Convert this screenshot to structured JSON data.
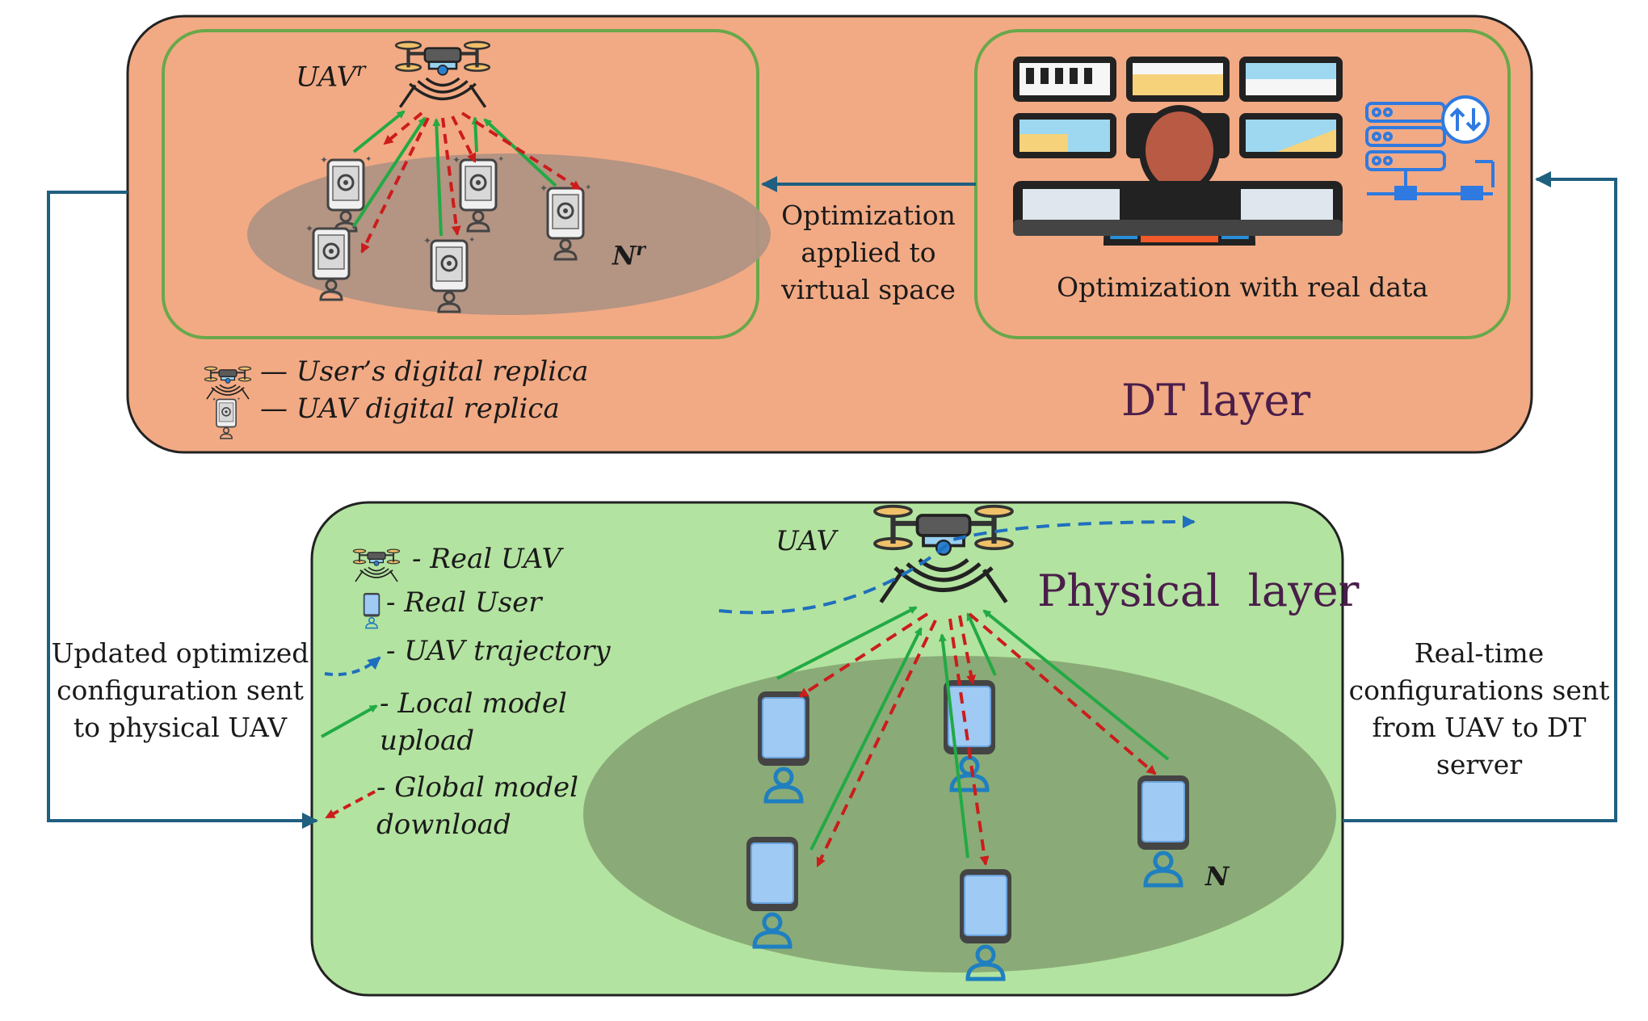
{
  "dt_layer": {
    "title": "DT layer",
    "uav_label_base": "UAV",
    "uav_label_sup": "r",
    "users_label_base": "N",
    "users_label_sup": "r",
    "optimization_real_data": "Optimization with real data",
    "arrow_label_lines": [
      "Optimization",
      "applied to",
      "virtual space"
    ],
    "legend": [
      {
        "icon": "drone-icon",
        "text": "— User’s digital replica"
      },
      {
        "icon": "phone-gear-icon",
        "text": "— UAV digital replica"
      }
    ]
  },
  "physical_layer": {
    "title": "Physical  layer",
    "uav_label": "UAV",
    "users_label": "N",
    "legend": [
      {
        "icon": "drone-icon",
        "text": "- Real UAV"
      },
      {
        "icon": "phone-icon",
        "text": "- Real User"
      },
      {
        "icon": "dashed-blue-arrow-icon",
        "text": "- UAV trajectory"
      },
      {
        "icon": "green-arrow-icon",
        "text": "- Local model",
        "text2": "upload"
      },
      {
        "icon": "red-dashed-arrow-icon",
        "text": "- Global model",
        "text2": "download"
      }
    ]
  },
  "left_label_lines": [
    "Updated optimized",
    "configuration sent",
    "to  physical UAV"
  ],
  "right_label_lines": [
    "Real-time",
    "configurations sent",
    "from UAV to DT",
    "server"
  ],
  "colors": {
    "dt_bg": "#f2aa84",
    "physical_bg": "#b3e3a0",
    "inner_border": "#69a84a",
    "ellipse_dt": "#b09283",
    "ellipse_phys": "#8aab77",
    "connector": "#1f5f80",
    "upload": "#22aa44",
    "download": "#cc1c1c",
    "trajectory": "#1f6fbf",
    "title_text": "#4a1e4a"
  }
}
